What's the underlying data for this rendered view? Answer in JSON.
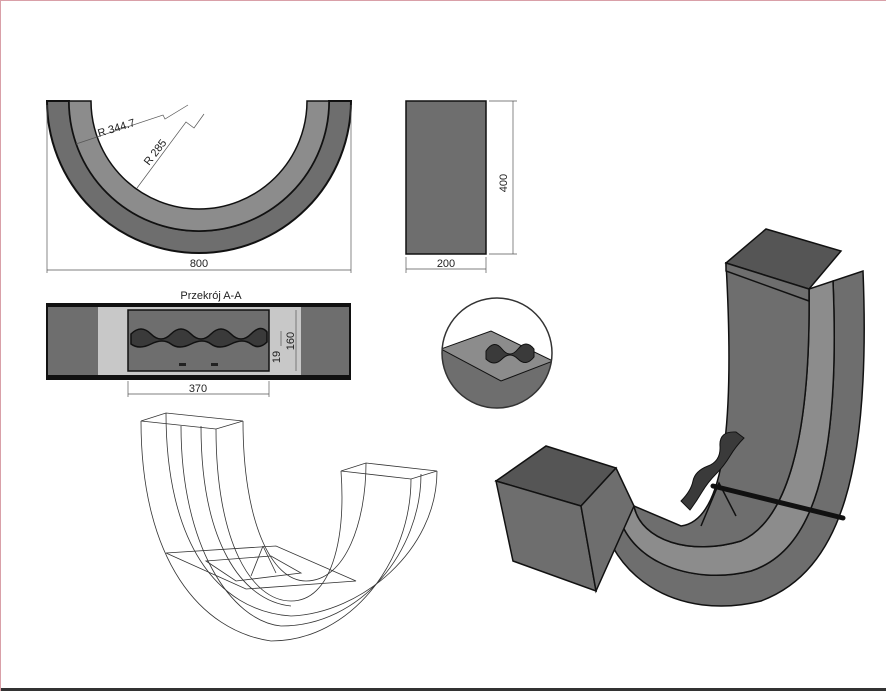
{
  "front_view": {
    "radius_outer_label": "R 344.7",
    "radius_inner_label": "R 285",
    "width_label": "800"
  },
  "side_view": {
    "height_label": "400",
    "width_label": "200"
  },
  "section": {
    "title": "Przekrój A-A",
    "width_label": "370",
    "height_label": "160",
    "offset_label": "19"
  },
  "colors": {
    "dark": "#6e6e6e",
    "mid": "#8c8c8c",
    "light": "#c8c8c8",
    "line": "#111111"
  }
}
